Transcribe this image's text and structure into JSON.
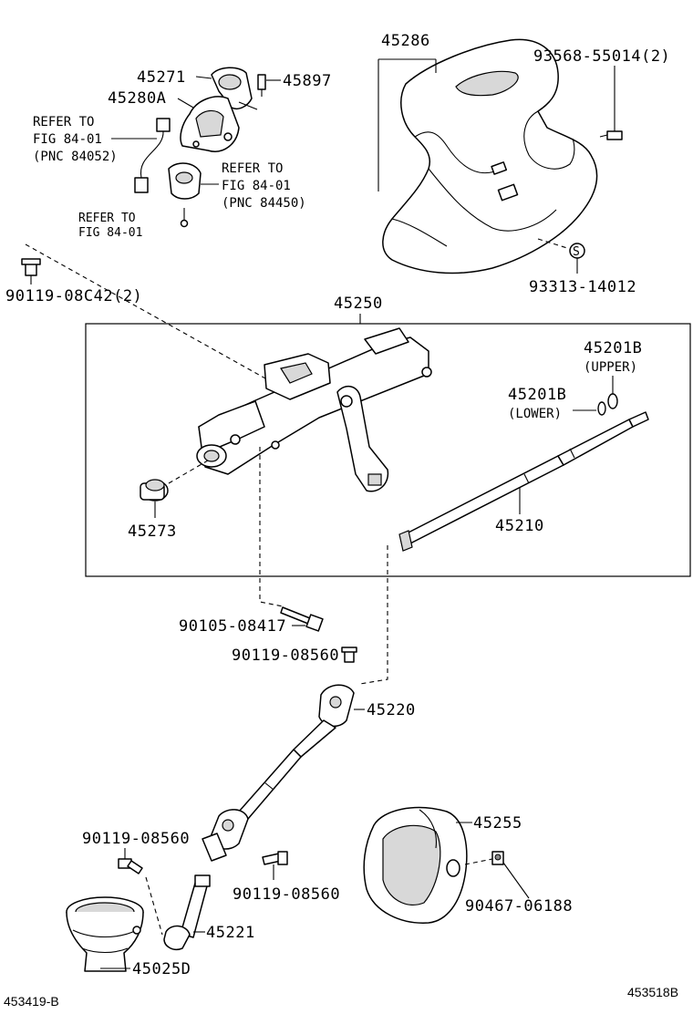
{
  "labels": {
    "p45286": "45286",
    "p93568": "93568-55014(2)",
    "p45271": "45271",
    "p45897": "45897",
    "p45280a": "45280A",
    "refer1_l1": "REFER TO",
    "refer1_l2": "FIG 84-01",
    "refer1_l3": "(PNC 84052)",
    "refer2_l1": "REFER TO",
    "refer2_l2": "FIG 84-01",
    "refer2_l3": "(PNC 84450)",
    "refer3_l1": "REFER TO",
    "refer3_l2": "FIG 84-01",
    "p93313": "93313-14012",
    "p90119_08c42": "90119-08C42(2)",
    "p45250": "45250",
    "p45201b_upper": "45201B",
    "upper": "(UPPER)",
    "p45201b_lower": "45201B",
    "lower": "(LOWER)",
    "p45273": "45273",
    "p45210": "45210",
    "p90105": "90105-08417",
    "p90119_a": "90119-08560",
    "p45220": "45220",
    "p90119_b": "90119-08560",
    "p45255": "45255",
    "p90119_c": "90119-08560",
    "p90467": "90467-06188",
    "p45221": "45221",
    "p45025d": "45025D",
    "code_left": "453419-B",
    "code_right": "453518B"
  }
}
